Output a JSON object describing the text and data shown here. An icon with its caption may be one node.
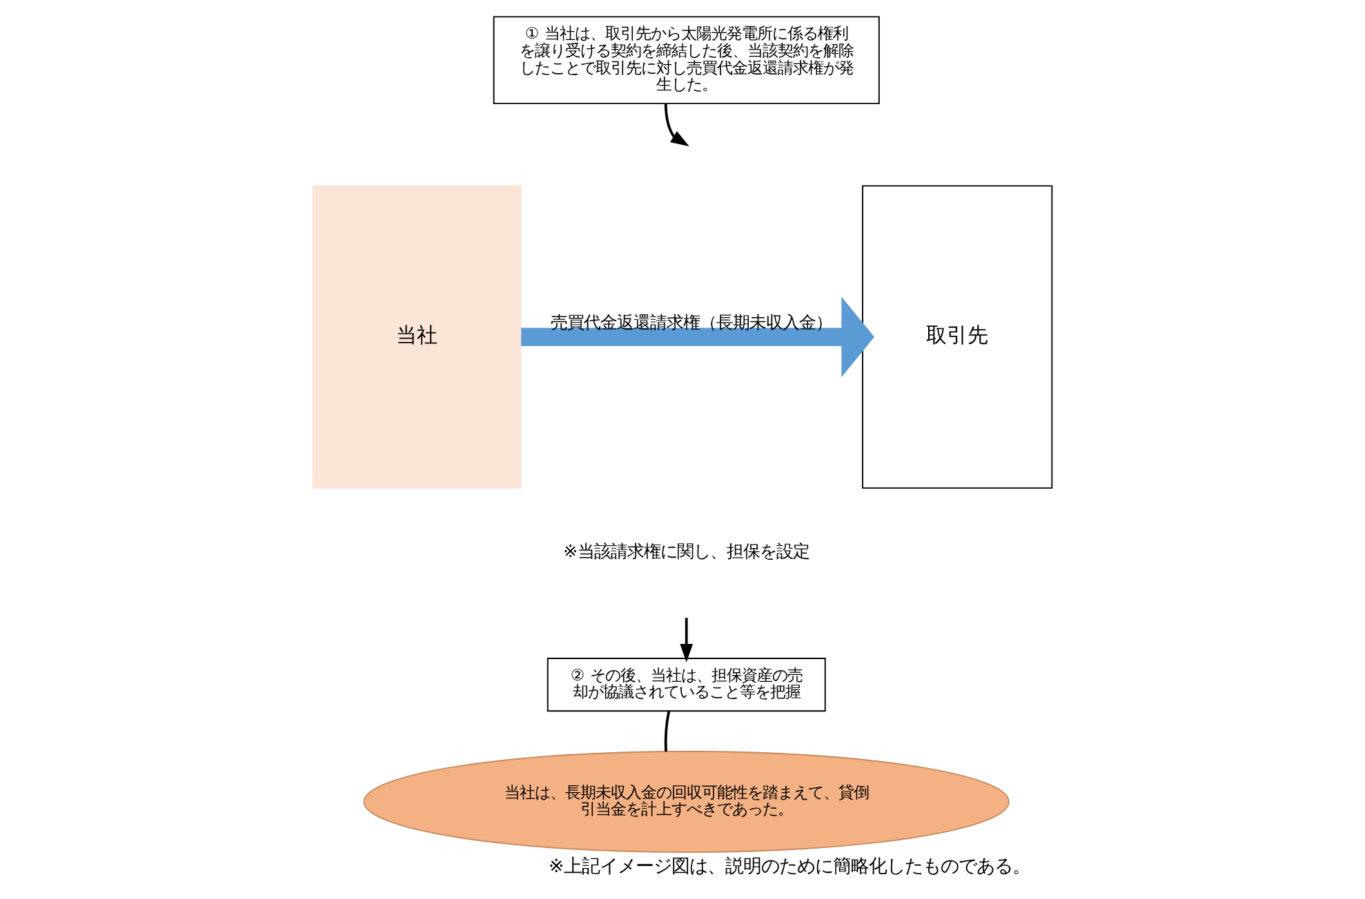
{
  "diagram": {
    "caption": "※上記イメージ図は、説明のために簡略化したものである。",
    "nodes": [
      {
        "text": [
          "当社"
        ]
      },
      {
        "text": [
          "取引先"
        ]
      },
      {
        "text": [
          "① 当社は、取引先から太陽光発電所に係る権利を譲り受ける契約を締結した後、当該契約を解除したことで取引先に対し売買代金返還請求権が発生した。"
        ]
      },
      {
        "text": [
          "② その後、当社は、担保資産の売却が協議されていること等を把握"
        ]
      },
      {
        "text": [
          "当社は、長期未収入金の回収可能性を踏まえて、貸倒引当金を計上すべきであった。"
        ]
      }
    ],
    "edges": [
      {
        "from": 0,
        "to": 1,
        "arrow": "to",
        "label": "売買代金返還請求権（長期未収入金）",
        "style": "thick",
        "color": "#5b9bd5"
      },
      {
        "from": 2,
        "to": null,
        "arrow": "to"
      },
      {
        "from": null,
        "to": 3,
        "arrow": "to"
      },
      {
        "from": 3,
        "to": 4,
        "arrow": "none"
      }
    ],
    "labels": [
      "※当該請求権に関し、担保を設定"
    ]
  }
}
